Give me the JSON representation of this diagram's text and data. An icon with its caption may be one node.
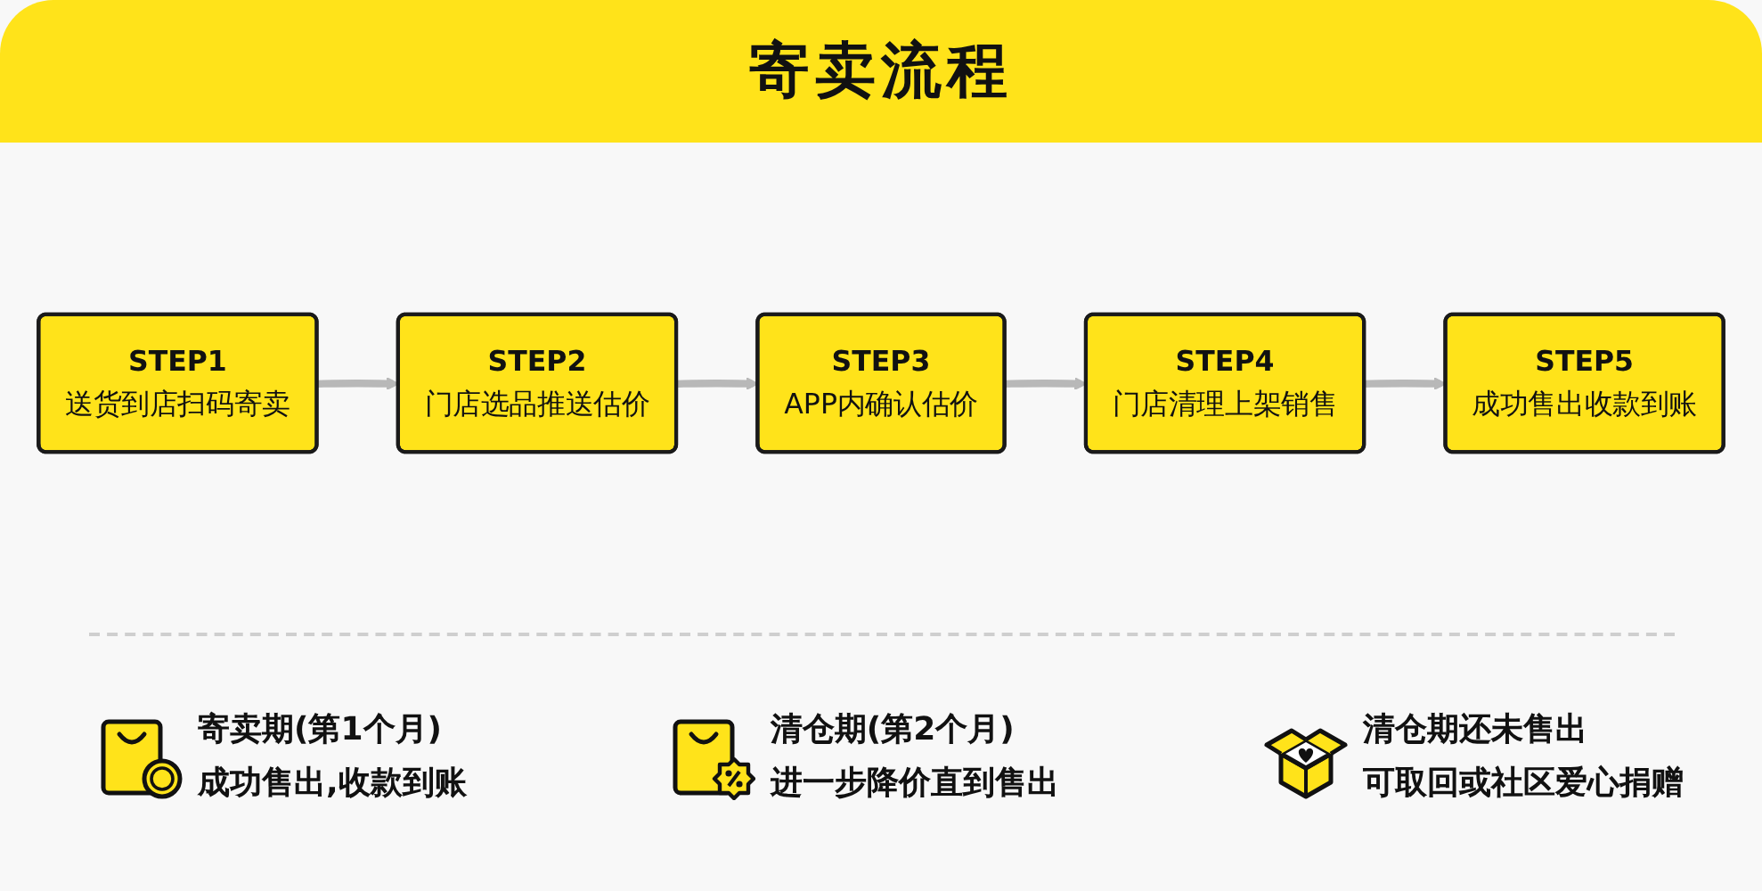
{
  "diagram": {
    "title": "寄卖流程",
    "nodes": [
      {
        "text": [
          "STEP1",
          "送货到店扫码寄卖"
        ]
      },
      {
        "text": [
          "STEP2",
          "门店选品推送估价"
        ]
      },
      {
        "text": [
          "STEP3",
          "APP内确认估价"
        ]
      },
      {
        "text": [
          "STEP4",
          "门店清理上架销售"
        ]
      },
      {
        "text": [
          "STEP5",
          "成功售出收款到账"
        ]
      }
    ],
    "edges": [
      {
        "from": 0,
        "to": 1,
        "arrow": "to"
      },
      {
        "from": 1,
        "to": 2,
        "arrow": "to"
      },
      {
        "from": 2,
        "to": 3,
        "arrow": "to"
      },
      {
        "from": 3,
        "to": 4,
        "arrow": "to"
      }
    ],
    "labels": [
      "寄卖期(第1个月)",
      "成功售出,收款到账",
      "清仓期(第2个月)",
      "进一步降价直到售出",
      "清仓期还未售出",
      "可取回或社区爱心捐赠"
    ]
  }
}
